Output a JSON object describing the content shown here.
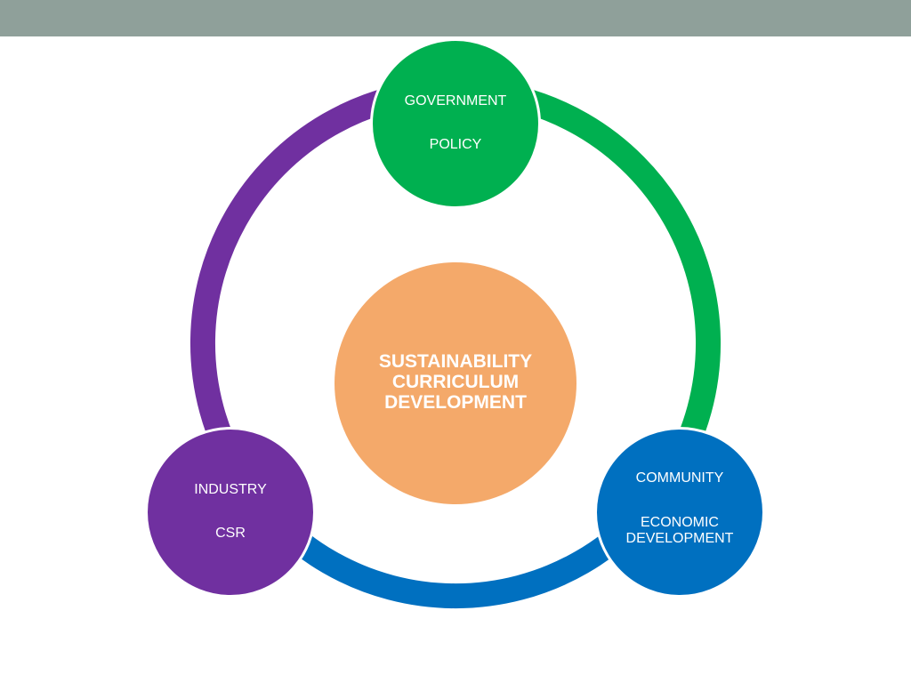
{
  "colors": {
    "header_bar": "#8fa09a",
    "government": "#00b050",
    "community": "#0070c0",
    "industry": "#7030a0",
    "center": "#f4a96a",
    "text": "#ffffff"
  },
  "center": {
    "label": "SUSTAINABILITY\nCURRICULUM\nDEVELOPMENT"
  },
  "nodes": {
    "government": {
      "line1": "GOVERNMENT",
      "line2": "POLICY"
    },
    "industry": {
      "line1": "INDUSTRY",
      "line2": "CSR"
    },
    "community": {
      "line1": "COMMUNITY",
      "line2": "ECONOMIC\nDEVELOPMENT"
    }
  },
  "arcs": [
    {
      "from": "government",
      "to": "community",
      "color": "#00b050"
    },
    {
      "from": "community",
      "to": "industry",
      "color": "#0070c0"
    },
    {
      "from": "industry",
      "to": "government",
      "color": "#7030a0"
    }
  ]
}
